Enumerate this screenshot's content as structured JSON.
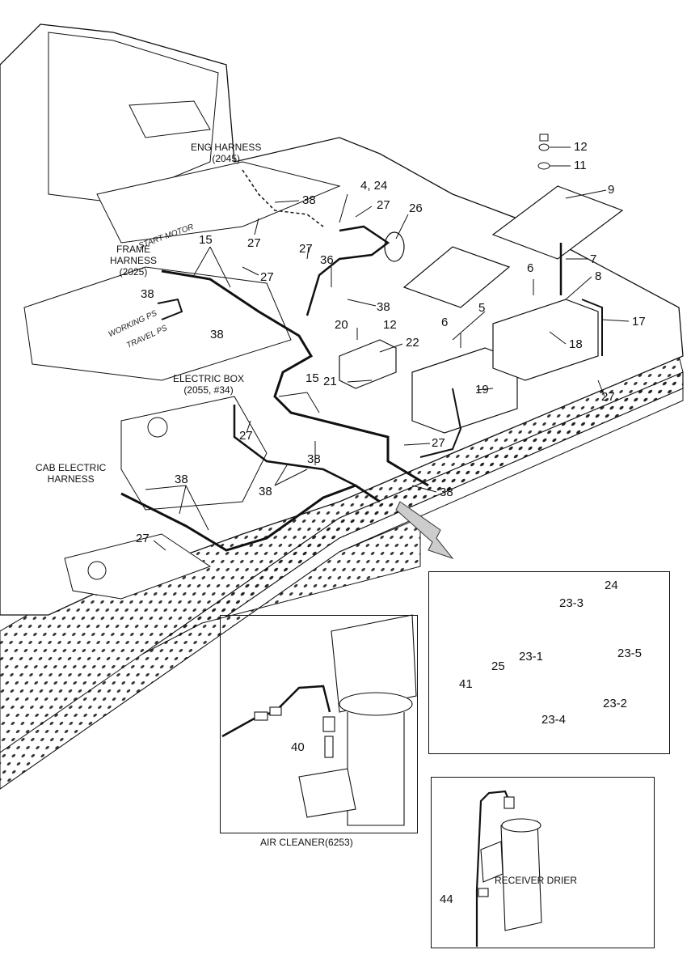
{
  "labels": {
    "eng_harness": "ENG HARNESS",
    "eng_harness_code": "(2045)",
    "frame_harness_1": "FRAME",
    "frame_harness_2": "HARNESS",
    "frame_harness_code": "(2025)",
    "start_motor": "START MOTOR",
    "working_ps": "WORKING PS",
    "travel_ps": "TRAVEL PS",
    "electric_box": "ELECTRIC BOX",
    "electric_box_code": "(2055, #34)",
    "cab_harness_1": "CAB ELECTRIC",
    "cab_harness_2": "HARNESS",
    "air_cleaner": "AIR CLEANER(6253)",
    "receiver_drier": "RECEIVER DRIER"
  },
  "callouts": {
    "p12a": "12",
    "p11": "11",
    "p9": "9",
    "p7": "7",
    "p8": "8",
    "p6a": "6",
    "p6b": "6",
    "p5": "5",
    "p17": "17",
    "p18": "18",
    "p19": "19",
    "p27a": "27",
    "p27b": "27",
    "p27c": "27",
    "p27d": "27",
    "p27e": "27",
    "p27f": "27",
    "p27g": "27",
    "p4_24": "4, 24",
    "p26": "26",
    "p38a": "38",
    "p38b": "38",
    "p38c": "38",
    "p38d": "38",
    "p38e": "38",
    "p38f": "38",
    "p38g": "38",
    "p38h": "38",
    "p15a": "15",
    "p15b": "15",
    "p36": "36",
    "p20": "20",
    "p12b": "12",
    "p22": "22",
    "p21": "21",
    "p24": "24",
    "p23_3": "23-3",
    "p23_1": "23-1",
    "p23_5": "23-5",
    "p25": "25",
    "p41": "41",
    "p23_4": "23-4",
    "p23_2": "23-2",
    "p40": "40",
    "p44": "44"
  }
}
